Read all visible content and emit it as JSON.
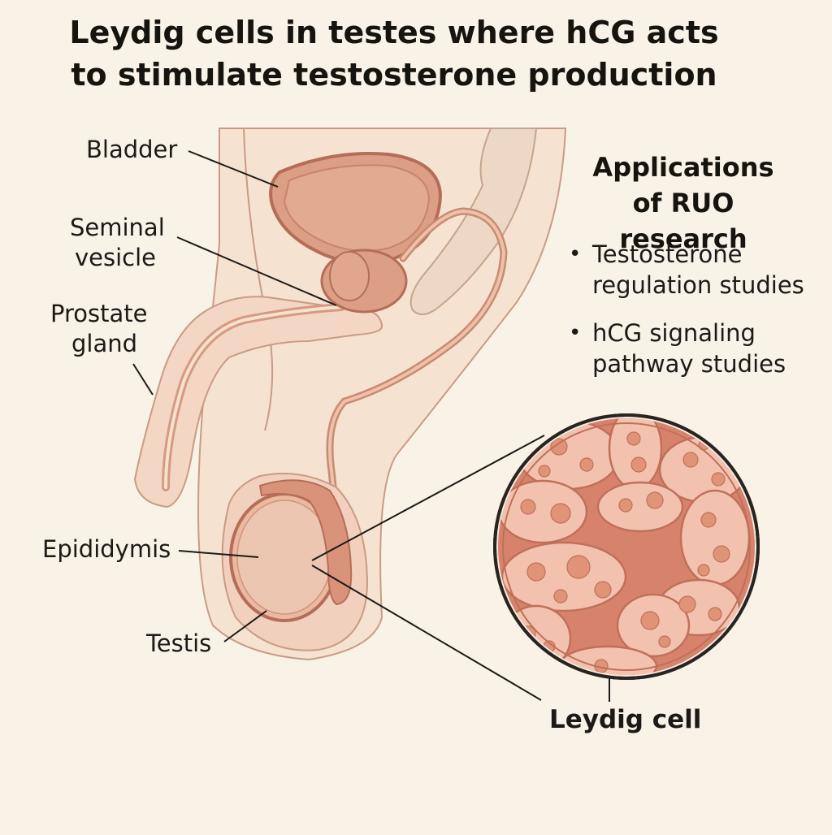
{
  "title": {
    "line1": "Leydig cells in testes where hCG acts",
    "line2": "to stimulate testosterone production"
  },
  "labels": {
    "bladder": "Bladder",
    "seminal_vesicle_line1": "Seminal",
    "seminal_vesicle_line2": "vesicle",
    "prostate_line1": "Prostate",
    "prostate_line2": "gland",
    "epididymis": "Epididymis",
    "testis": "Testis",
    "leydig_cell": "Leydig cell"
  },
  "applications": {
    "heading_line1": "Applications",
    "heading_line2": "of RUO research",
    "items": [
      {
        "line1": "Testosterone",
        "line2": "regulation studies"
      },
      {
        "line1": "hCG signaling",
        "line2": "pathway studies"
      }
    ]
  },
  "colors": {
    "background": "#f8f2e7",
    "skin": "#f6e2d0",
    "organ_fill": "#dc9e84",
    "organ_outline": "#b46e58",
    "tissue_light": "#f2c2ae",
    "tissue_dark": "#d7826c",
    "nucleus": "#df9478",
    "bone": "#ecd8c4"
  }
}
